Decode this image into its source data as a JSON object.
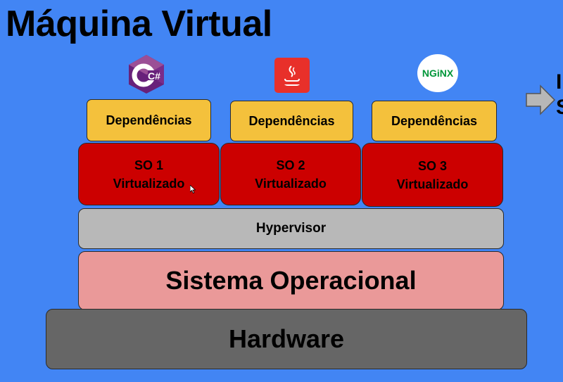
{
  "title": "Máquina Virtual",
  "icons": [
    {
      "name": "csharp-icon",
      "label": "C#"
    },
    {
      "name": "java-icon",
      "label": ""
    },
    {
      "name": "nginx-icon",
      "label": "NGiNX"
    }
  ],
  "columns": [
    {
      "dependencies": "Dependências",
      "so_line1": "SO 1",
      "so_line2": "Virtualizado"
    },
    {
      "dependencies": "Dependências",
      "so_line1": "SO 2",
      "so_line2": "Virtualizado"
    },
    {
      "dependencies": "Dependências",
      "so_line1": "SO 3",
      "so_line2": "Virtualizado"
    }
  ],
  "hypervisor": "Hypervisor",
  "sistema_operacional": "Sistema Operacional",
  "hardware": "Hardware",
  "right_partial": {
    "line1": "I",
    "line2": "S"
  },
  "colors": {
    "background": "#4285f4",
    "dependencies": "#f4c13c",
    "so": "#cc0000",
    "hypervisor": "#b8b8b8",
    "sistema_operacional": "#ea9999",
    "hardware": "#666666",
    "arrow": "#b7b7b7"
  }
}
